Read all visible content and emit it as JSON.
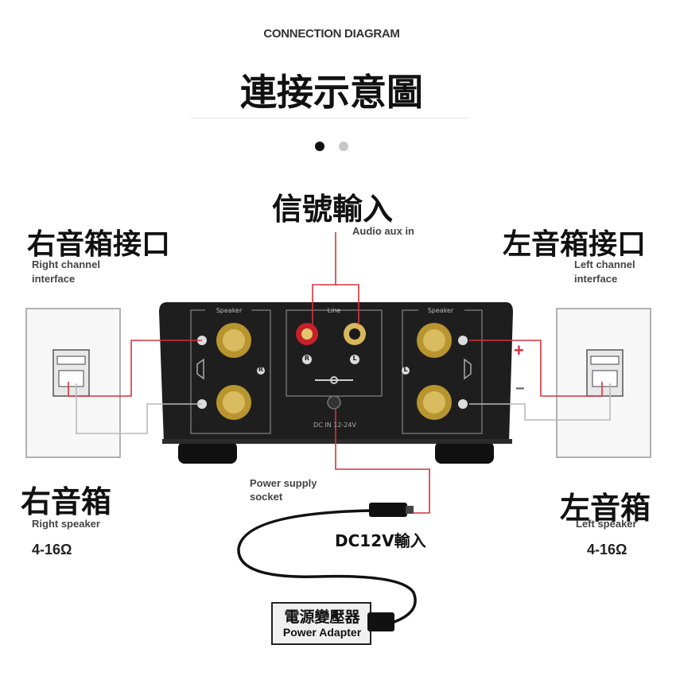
{
  "header": {
    "subtitle": "CONNECTION DIAGRAM",
    "title": "連接示意圖",
    "carousel_dots": 2,
    "active_dot": 0
  },
  "signal_input": {
    "title": "信號輸入",
    "subtitle": "Audio aux in"
  },
  "right_channel": {
    "title": "右音箱接口",
    "subtitle_line1": "Right channel",
    "subtitle_line2": "interface"
  },
  "left_channel": {
    "title": "左音箱接口",
    "subtitle_line1": "Left channel",
    "subtitle_line2": "interface"
  },
  "right_speaker": {
    "title": "右音箱",
    "subtitle": "Right speaker",
    "impedance": "4-16Ω"
  },
  "left_speaker": {
    "title": "左音箱",
    "subtitle": "Left speaker",
    "impedance": "4-16Ω"
  },
  "power_socket": {
    "line1": "Power supply",
    "line2": "socket"
  },
  "dc_input": "DC12V輸入",
  "adapter": {
    "title": "電源變壓器",
    "subtitle": "Power Adapter"
  },
  "amp": {
    "speaker_label_left": "Speaker",
    "speaker_label_right": "Speaker",
    "input_label": "Line",
    "jack_r": "R",
    "jack_l": "L",
    "dc_label": "DC IN 12-24V",
    "plus_mark": "+",
    "minus_mark": "−",
    "terminal_r": "R",
    "terminal_l": "L"
  },
  "colors": {
    "wire_red": "#d8323c",
    "amp_body": "#1c1c1c",
    "gold": "#c9a646",
    "rca_red": "#c8202a"
  }
}
